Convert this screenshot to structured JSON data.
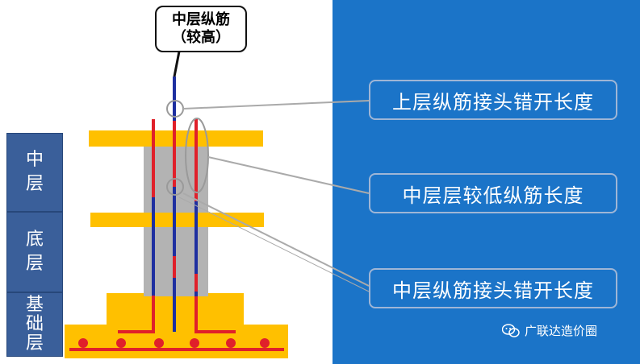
{
  "floors": [
    {
      "label": "中层"
    },
    {
      "label": "底层"
    },
    {
      "label": "基础层"
    }
  ],
  "bubble": {
    "line1": "中层纵筋",
    "line2": "（较高）"
  },
  "callouts": [
    {
      "text": "上层纵筋接头错开长度"
    },
    {
      "text": "中层层较低纵筋长度"
    },
    {
      "text": "中层纵筋接头错开长度"
    }
  ],
  "watermark": {
    "text": "广联达造价圈",
    "icon": "wechat-icon"
  },
  "colors": {
    "panel": "#1b74c8",
    "slab": "#ffc000",
    "column": "#b3b3b3",
    "rebar_red": "#e0202a",
    "rebar_blue": "#1e2fa0",
    "floor_label": "#3a5f9a"
  }
}
